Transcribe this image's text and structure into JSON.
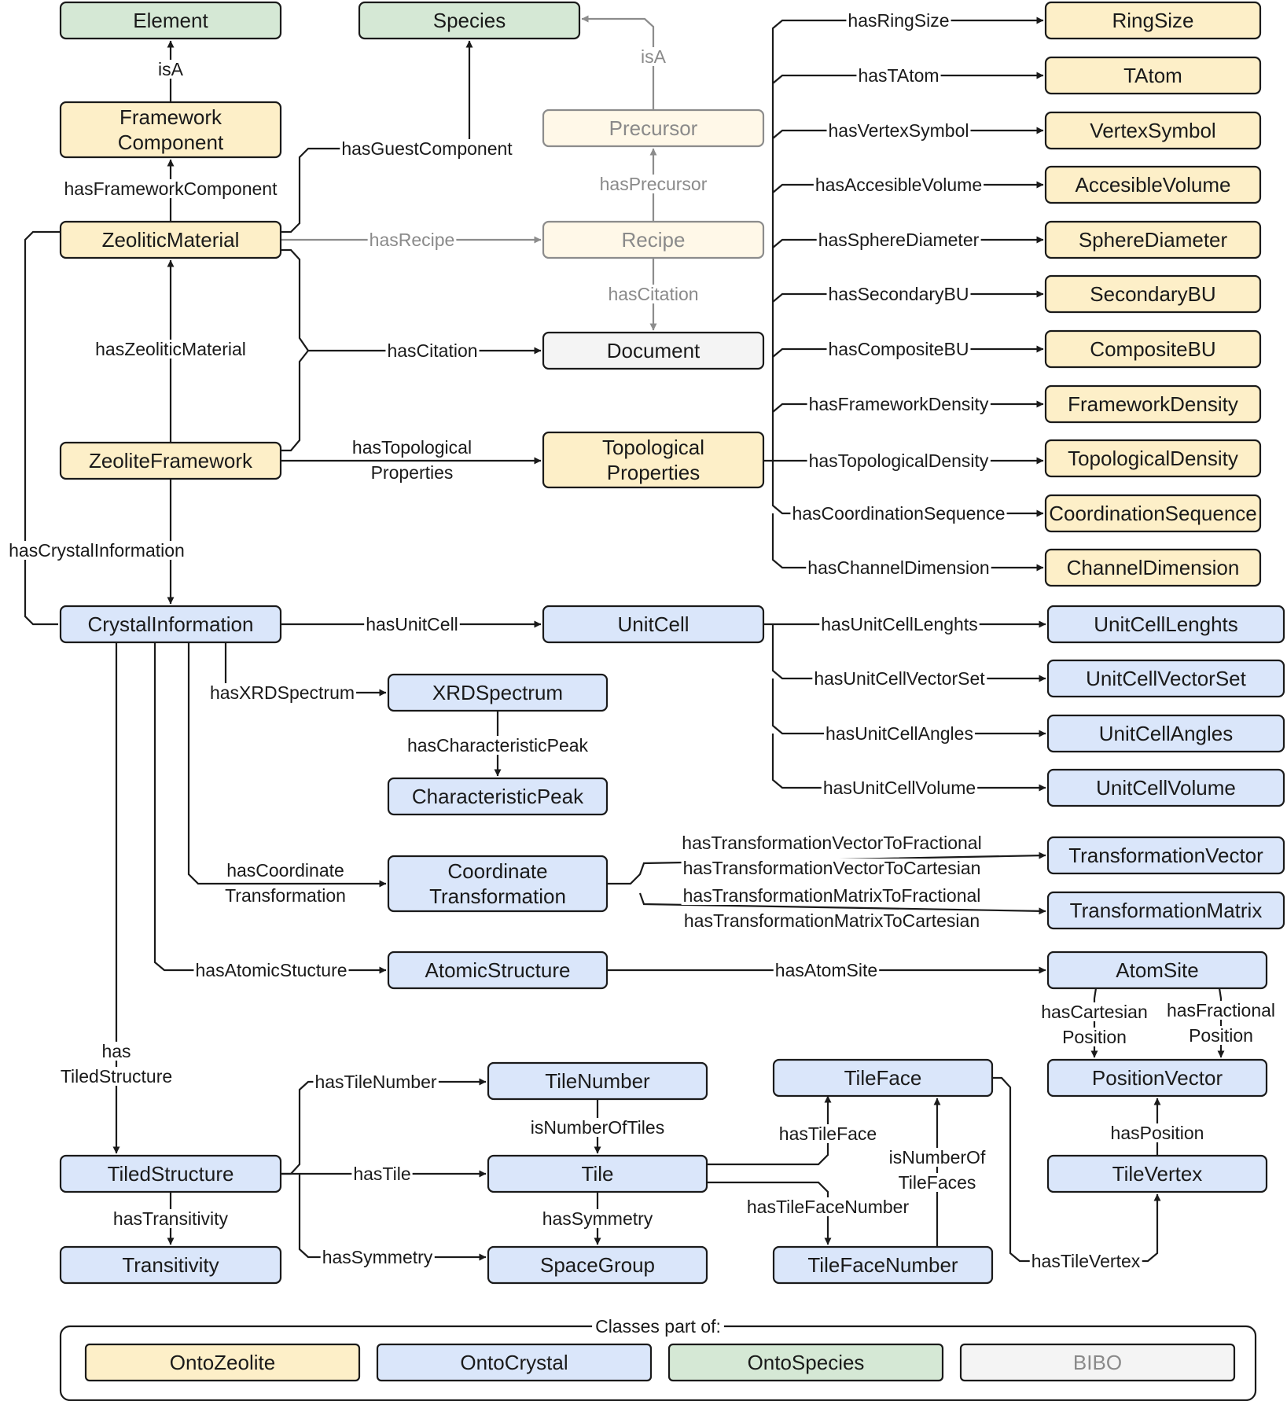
{
  "colors": {
    "OntoZeolite": "#fdefc8",
    "OntoCrystal": "#dae6fa",
    "OntoSpecies": "#d5e8d5",
    "BIBO": "#f4f4f4",
    "faded": "#fff8e8"
  },
  "nodes": {
    "element": {
      "label": [
        "Element"
      ],
      "onto": "OntoSpecies"
    },
    "species": {
      "label": [
        "Species"
      ],
      "onto": "OntoSpecies"
    },
    "framework_component": {
      "label": [
        "Framework",
        "Component"
      ],
      "onto": "OntoZeolite"
    },
    "zeolitic_material": {
      "label": [
        "ZeoliticMaterial"
      ],
      "onto": "OntoZeolite"
    },
    "zeolite_framework": {
      "label": [
        "ZeoliteFramework"
      ],
      "onto": "OntoZeolite"
    },
    "precursor": {
      "label": [
        "Precursor"
      ],
      "onto": "faded"
    },
    "recipe": {
      "label": [
        "Recipe"
      ],
      "onto": "faded"
    },
    "document": {
      "label": [
        "Document"
      ],
      "onto": "BIBO"
    },
    "topological_properties": {
      "label": [
        "Topological",
        "Properties"
      ],
      "onto": "OntoZeolite"
    },
    "ring_size": {
      "label": [
        "RingSize"
      ],
      "onto": "OntoZeolite"
    },
    "t_atom": {
      "label": [
        "TAtom"
      ],
      "onto": "OntoZeolite"
    },
    "vertex_symbol": {
      "label": [
        "VertexSymbol"
      ],
      "onto": "OntoZeolite"
    },
    "accesible_volume": {
      "label": [
        "AccesibleVolume"
      ],
      "onto": "OntoZeolite"
    },
    "sphere_diameter": {
      "label": [
        "SphereDiameter"
      ],
      "onto": "OntoZeolite"
    },
    "secondary_bu": {
      "label": [
        "SecondaryBU"
      ],
      "onto": "OntoZeolite"
    },
    "composite_bu": {
      "label": [
        "CompositeBU"
      ],
      "onto": "OntoZeolite"
    },
    "framework_density": {
      "label": [
        "FrameworkDensity"
      ],
      "onto": "OntoZeolite"
    },
    "topological_density": {
      "label": [
        "TopologicalDensity"
      ],
      "onto": "OntoZeolite"
    },
    "coordination_sequence": {
      "label": [
        "CoordinationSequence"
      ],
      "onto": "OntoZeolite"
    },
    "channel_dimension": {
      "label": [
        "ChannelDimension"
      ],
      "onto": "OntoZeolite"
    },
    "crystal_information": {
      "label": [
        "CrystalInformation"
      ],
      "onto": "OntoCrystal"
    },
    "unit_cell": {
      "label": [
        "UnitCell"
      ],
      "onto": "OntoCrystal"
    },
    "unit_cell_lenghts": {
      "label": [
        "UnitCellLenghts"
      ],
      "onto": "OntoCrystal"
    },
    "unit_cell_vector_set": {
      "label": [
        "UnitCellVectorSet"
      ],
      "onto": "OntoCrystal"
    },
    "unit_cell_angles": {
      "label": [
        "UnitCellAngles"
      ],
      "onto": "OntoCrystal"
    },
    "unit_cell_volume": {
      "label": [
        "UnitCellVolume"
      ],
      "onto": "OntoCrystal"
    },
    "xrd_spectrum": {
      "label": [
        "XRDSpectrum"
      ],
      "onto": "OntoCrystal"
    },
    "characteristic_peak": {
      "label": [
        "CharacteristicPeak"
      ],
      "onto": "OntoCrystal"
    },
    "coordinate_transformation": {
      "label": [
        "Coordinate",
        "Transformation"
      ],
      "onto": "OntoCrystal"
    },
    "transformation_vector": {
      "label": [
        "TransformationVector"
      ],
      "onto": "OntoCrystal"
    },
    "transformation_matrix": {
      "label": [
        "TransformationMatrix"
      ],
      "onto": "OntoCrystal"
    },
    "atomic_structure": {
      "label": [
        "AtomicStructure"
      ],
      "onto": "OntoCrystal"
    },
    "atom_site": {
      "label": [
        "AtomSite"
      ],
      "onto": "OntoCrystal"
    },
    "position_vector": {
      "label": [
        "PositionVector"
      ],
      "onto": "OntoCrystal"
    },
    "tile_vertex": {
      "label": [
        "TileVertex"
      ],
      "onto": "OntoCrystal"
    },
    "tiled_structure": {
      "label": [
        "TiledStructure"
      ],
      "onto": "OntoCrystal"
    },
    "transitivity": {
      "label": [
        "Transitivity"
      ],
      "onto": "OntoCrystal"
    },
    "tile_number": {
      "label": [
        "TileNumber"
      ],
      "onto": "OntoCrystal"
    },
    "tile": {
      "label": [
        "Tile"
      ],
      "onto": "OntoCrystal"
    },
    "space_group": {
      "label": [
        "SpaceGroup"
      ],
      "onto": "OntoCrystal"
    },
    "tile_face": {
      "label": [
        "TileFace"
      ],
      "onto": "OntoCrystal"
    },
    "tile_face_number": {
      "label": [
        "TileFaceNumber"
      ],
      "onto": "OntoCrystal"
    }
  },
  "edges": [
    {
      "label": [
        "isA"
      ],
      "from": "framework_component",
      "to": "element"
    },
    {
      "label": [
        "hasFrameworkComponent"
      ],
      "from": "zeolitic_material",
      "to": "framework_component"
    },
    {
      "label": [
        "hasGuestComponent"
      ],
      "from": "zeolitic_material",
      "to": "species"
    },
    {
      "label": [
        "isA"
      ],
      "from": "precursor",
      "to": "species",
      "faded": true
    },
    {
      "label": [
        "hasPrecursor"
      ],
      "from": "recipe",
      "to": "precursor",
      "faded": true
    },
    {
      "label": [
        "hasRecipe"
      ],
      "from": "zeolitic_material",
      "to": "recipe",
      "faded": true
    },
    {
      "label": [
        "hasCitation"
      ],
      "from": "recipe",
      "to": "document",
      "faded": true
    },
    {
      "label": [
        "hasCitation"
      ],
      "from": "zeolitic_material",
      "to": "document"
    },
    {
      "label": [
        "hasZeoliticMaterial"
      ],
      "from": "zeolite_framework",
      "to": "zeolitic_material"
    },
    {
      "label": [
        "hasTopological",
        "Properties"
      ],
      "from": "zeolite_framework",
      "to": "topological_properties"
    },
    {
      "label": [
        "hasRingSize"
      ],
      "from": "topological_properties",
      "to": "ring_size"
    },
    {
      "label": [
        "hasTAtom"
      ],
      "from": "topological_properties",
      "to": "t_atom"
    },
    {
      "label": [
        "hasVertexSymbol"
      ],
      "from": "topological_properties",
      "to": "vertex_symbol"
    },
    {
      "label": [
        "hasAccesibleVolume"
      ],
      "from": "topological_properties",
      "to": "accesible_volume"
    },
    {
      "label": [
        "hasSphereDiameter"
      ],
      "from": "topological_properties",
      "to": "sphere_diameter"
    },
    {
      "label": [
        "hasSecondaryBU"
      ],
      "from": "topological_properties",
      "to": "secondary_bu"
    },
    {
      "label": [
        "hasCompositeBU"
      ],
      "from": "topological_properties",
      "to": "composite_bu"
    },
    {
      "label": [
        "hasFrameworkDensity"
      ],
      "from": "topological_properties",
      "to": "framework_density"
    },
    {
      "label": [
        "hasTopologicalDensity"
      ],
      "from": "topological_properties",
      "to": "topological_density"
    },
    {
      "label": [
        "hasCoordinationSequence"
      ],
      "from": "topological_properties",
      "to": "coordination_sequence"
    },
    {
      "label": [
        "hasChannelDimension"
      ],
      "from": "topological_properties",
      "to": "channel_dimension"
    },
    {
      "label": [
        "hasCrystalInformation"
      ],
      "from": "zeolite_framework",
      "to": "crystal_information"
    },
    {
      "label": [
        "hasUnitCell"
      ],
      "from": "crystal_information",
      "to": "unit_cell"
    },
    {
      "label": [
        "hasUnitCellLenghts"
      ],
      "from": "unit_cell",
      "to": "unit_cell_lenghts"
    },
    {
      "label": [
        "hasUnitCellVectorSet"
      ],
      "from": "unit_cell",
      "to": "unit_cell_vector_set"
    },
    {
      "label": [
        "hasUnitCellAngles"
      ],
      "from": "unit_cell",
      "to": "unit_cell_angles"
    },
    {
      "label": [
        "hasUnitCellVolume"
      ],
      "from": "unit_cell",
      "to": "unit_cell_volume"
    },
    {
      "label": [
        "hasXRDSpectrum"
      ],
      "from": "crystal_information",
      "to": "xrd_spectrum"
    },
    {
      "label": [
        "hasCharacteristicPeak"
      ],
      "from": "xrd_spectrum",
      "to": "characteristic_peak"
    },
    {
      "label": [
        "hasCoordinate",
        "Transformation"
      ],
      "from": "crystal_information",
      "to": "coordinate_transformation"
    },
    {
      "label": [
        "hasTransformationVectorToFractional",
        "hasTransformationVectorToCartesian"
      ],
      "from": "coordinate_transformation",
      "to": "transformation_vector"
    },
    {
      "label": [
        "hasTransformationMatrixToFractional",
        "hasTransformationMatrixToCartesian"
      ],
      "from": "coordinate_transformation",
      "to": "transformation_matrix"
    },
    {
      "label": [
        "hasAtomicStucture"
      ],
      "from": "crystal_information",
      "to": "atomic_structure"
    },
    {
      "label": [
        "hasAtomSite"
      ],
      "from": "atomic_structure",
      "to": "atom_site"
    },
    {
      "label": [
        "hasCartesian",
        "Position"
      ],
      "from": "atom_site",
      "to": "position_vector"
    },
    {
      "label": [
        "hasFractional",
        "Position"
      ],
      "from": "atom_site",
      "to": "position_vector"
    },
    {
      "label": [
        "hasPosition"
      ],
      "from": "tile_vertex",
      "to": "position_vector"
    },
    {
      "label": [
        "has",
        "TiledStructure"
      ],
      "from": "crystal_information",
      "to": "tiled_structure"
    },
    {
      "label": [
        "hasTransitivity"
      ],
      "from": "tiled_structure",
      "to": "transitivity"
    },
    {
      "label": [
        "hasTileNumber"
      ],
      "from": "tiled_structure",
      "to": "tile_number"
    },
    {
      "label": [
        "hasTile"
      ],
      "from": "tiled_structure",
      "to": "tile"
    },
    {
      "label": [
        "hasSymmetry"
      ],
      "from": "tiled_structure",
      "to": "space_group"
    },
    {
      "label": [
        "isNumberOfTiles"
      ],
      "from": "tile_number",
      "to": "tile"
    },
    {
      "label": [
        "hasSymmetry"
      ],
      "from": "tile",
      "to": "space_group"
    },
    {
      "label": [
        "hasTileFace"
      ],
      "from": "tile",
      "to": "tile_face"
    },
    {
      "label": [
        "hasTileFaceNumber"
      ],
      "from": "tile",
      "to": "tile_face_number"
    },
    {
      "label": [
        "isNumberOf",
        "TileFaces"
      ],
      "from": "tile_face_number",
      "to": "tile_face"
    },
    {
      "label": [
        "hasTileVertex"
      ],
      "from": "tile_face",
      "to": "tile_vertex"
    }
  ],
  "legend": {
    "title": "Classes part of:",
    "items": [
      {
        "label": "OntoZeolite",
        "color": "#fdefc8"
      },
      {
        "label": "OntoCrystal",
        "color": "#dae6fa"
      },
      {
        "label": "OntoSpecies",
        "color": "#d5e8d5"
      },
      {
        "label": "BIBO",
        "color": "#f4f4f4"
      }
    ]
  }
}
